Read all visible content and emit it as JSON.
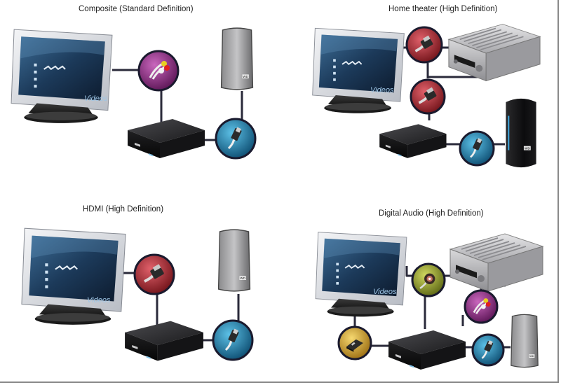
{
  "panels": [
    {
      "title": "Composite (Standard Definition)",
      "screen_label": "Videos"
    },
    {
      "title": "Home theater (High Definition)",
      "screen_label": "Videos"
    },
    {
      "title": "HDMI (High Definition)",
      "screen_label": "Videos"
    },
    {
      "title": "Digital Audio (High Definition)",
      "screen_label": "Videos"
    }
  ],
  "colors": {
    "cable": "#2a2a3a",
    "composite_connector": "#8a2d82",
    "hdmi_connector": "#a8303a",
    "usb_connector": "#1f7fa8",
    "optical_connector": "#8a9a2a",
    "adapter_connector": "#d4a830"
  },
  "icons": [
    "monitor-icon",
    "media-player-icon",
    "external-drive-icon",
    "av-receiver-icon",
    "rca-cable-icon",
    "hdmi-cable-icon",
    "usb-cable-icon",
    "optical-cable-icon",
    "adapter-icon"
  ]
}
